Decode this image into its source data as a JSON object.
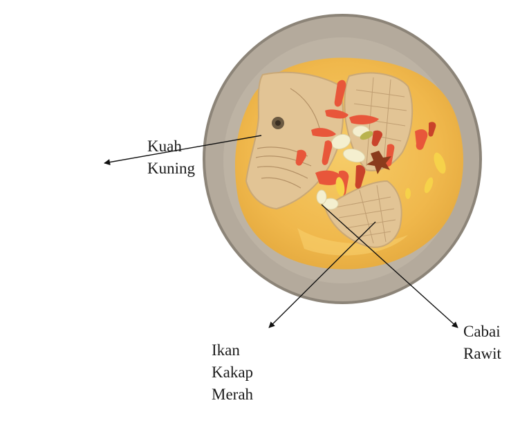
{
  "labels": {
    "kuah_kuning": [
      "Kuah",
      "Kuning"
    ],
    "ikan_kakap_merah": [
      "Ikan",
      "Kakap",
      "Merah"
    ],
    "cabai_rawit": [
      "Cabai",
      "Rawit"
    ]
  },
  "colors": {
    "plate_rim": "#b4aa9c",
    "plate_rim_edge": "#8c8478",
    "broth": "#f0b84c",
    "broth_light": "#f6cc68",
    "fish": "#e2c495",
    "fish_shadow": "#c9a877",
    "fish_lines": "#a8845a",
    "chili": "#e8563a",
    "chili_dark": "#c9422a",
    "garlic": "#f4efcf",
    "arrow": "#111111"
  }
}
